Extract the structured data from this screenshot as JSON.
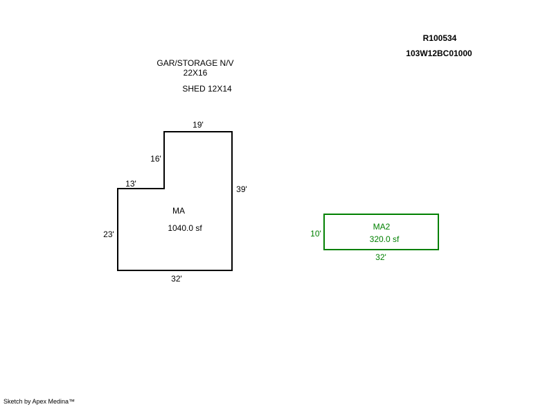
{
  "header": {
    "parcel_id": "R100534",
    "map_number": "103W12BC01000"
  },
  "notes": {
    "garage_label": "GAR/STORAGE N/V",
    "garage_size": "22X16",
    "shed": "SHED 12X14"
  },
  "areas": [
    {
      "name": "MA",
      "area": "1040.0 sf",
      "color": "#000000",
      "dimensions": {
        "top": "19'",
        "right": "39'",
        "bottom": "32'",
        "left": "23'",
        "step_vertical": "16'",
        "step_horizontal": "13'"
      }
    },
    {
      "name": "MA2",
      "area": "320.0 sf",
      "color": "#008000",
      "dimensions": {
        "left": "10'",
        "bottom": "32'"
      }
    }
  ],
  "footer": "Sketch by Apex Medina™"
}
